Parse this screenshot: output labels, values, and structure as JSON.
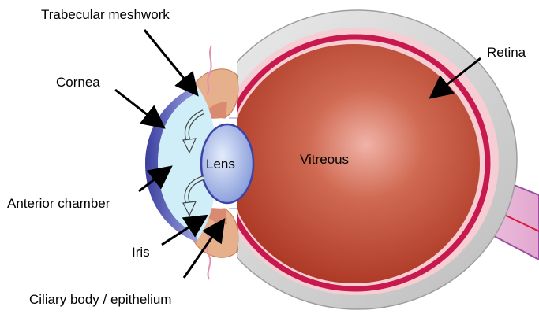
{
  "labels": {
    "trabecular": "Trabecular meshwork",
    "retina": "Retina",
    "cornea": "Cornea",
    "anterior_chamber": "Anterior chamber",
    "iris": "Iris",
    "ciliary": "Ciliary body / epithelium",
    "lens": "Lens",
    "vitreous": "Vitreous"
  },
  "colors": {
    "sclera": "#d4d4d4",
    "choroid": "#f3c8cc",
    "retina": "#c8194f",
    "vitreous": "#b8432c",
    "cornea": "#5a5fb5",
    "aqueous": "#cfeef7",
    "lens": "#9fb4e8",
    "iris": "#e0a070",
    "optic_nerve": "#e8b6d8"
  },
  "icons": {
    "flow_arrow": "curved-arrow"
  }
}
